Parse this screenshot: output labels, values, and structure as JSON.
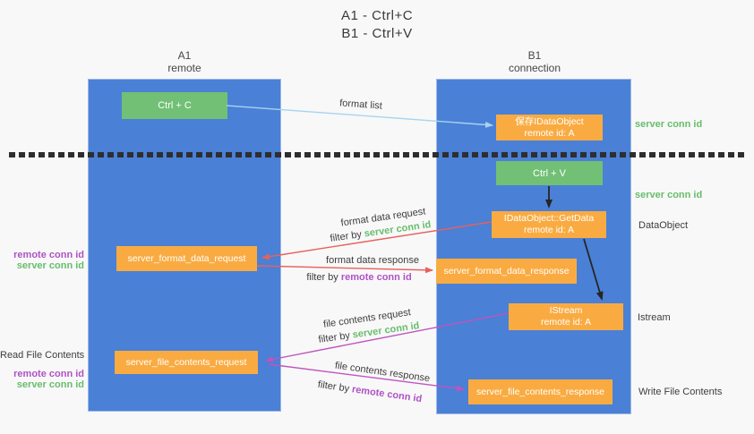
{
  "title": {
    "line1": "A1 - Ctrl+C",
    "line2": "B1 - Ctrl+V"
  },
  "lanes": {
    "left": {
      "name": "A1",
      "role": "remote"
    },
    "right": {
      "name": "B1",
      "role": "connection"
    }
  },
  "nodes": {
    "ctrl_c": {
      "label": "Ctrl + C"
    },
    "save_dataobject": {
      "line1": "保存IDataObject",
      "line2": "remote id: A"
    },
    "ctrl_v": {
      "label": "Ctrl + V"
    },
    "getdata": {
      "line1": "IDataObject::GetData",
      "line2": "remote id: A"
    },
    "server_format_data_request": {
      "label": "server_format_data_request"
    },
    "server_format_data_response": {
      "label": "server_format_data_response"
    },
    "istream": {
      "line1": "IStream",
      "line2": "remote id: A"
    },
    "server_file_contents_request": {
      "label": "server_file_contents_request"
    },
    "server_file_contents_response": {
      "label": "server_file_contents_response"
    }
  },
  "arrow_labels": {
    "format_list": "format list",
    "format_data_request": "format data request",
    "format_data_response": "format data response",
    "file_contents_request": "file contents request",
    "file_contents_response": "file contents response",
    "filter_by": "filter by ",
    "server_conn_id": "server conn id",
    "remote_conn_id": "remote conn id"
  },
  "side_labels": {
    "server_conn_id": "server conn id",
    "remote_conn_id": "remote conn id",
    "dataobject": "DataObject",
    "istream": "Istream",
    "read_file_contents": "Read File Contents",
    "write_file_contents": "Write File Contents"
  },
  "colors": {
    "lane_blue": "#4a80d6",
    "node_green": "#72c075",
    "node_orange": "#f9ab42",
    "arrow_light_blue": "#a6d3ef",
    "arrow_red": "#e8615b",
    "arrow_magenta": "#bf54be",
    "arrow_black": "#262626",
    "text_green": "#68bd6a",
    "text_purple": "#b052c4",
    "text_gray": "#3d3d3d",
    "background": "#f8f8f9"
  }
}
